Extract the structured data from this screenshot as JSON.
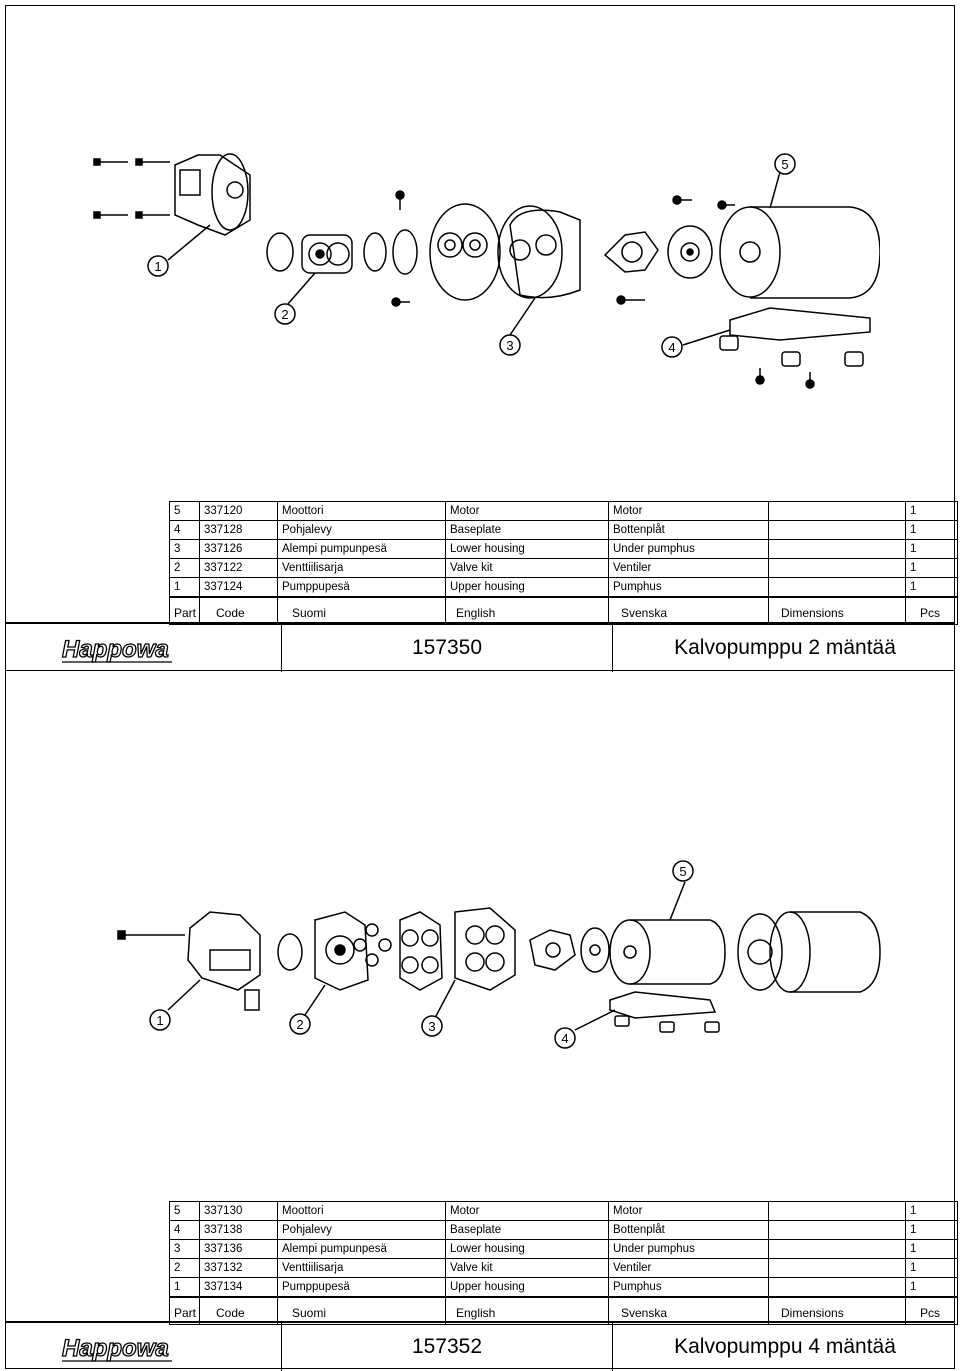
{
  "brand": "Happowa",
  "sheets": [
    {
      "product_code": "157350",
      "product_name": "Kalvopumppu 2 mäntää",
      "headers": [
        "Part",
        "Code",
        "Suomi",
        "English",
        "Svenska",
        "Dimensions",
        "Pcs"
      ],
      "callouts": [
        "1",
        "2",
        "3",
        "4",
        "5"
      ],
      "rows": [
        {
          "part": "5",
          "code": "337120",
          "fi": "Moottori",
          "en": "Motor",
          "sv": "Motor",
          "dim": "",
          "pcs": "1"
        },
        {
          "part": "4",
          "code": "337128",
          "fi": "Pohjalevy",
          "en": "Baseplate",
          "sv": "Bottenplåt",
          "dim": "",
          "pcs": "1"
        },
        {
          "part": "3",
          "code": "337126",
          "fi": "Alempi pumpunpesä",
          "en": "Lower housing",
          "sv": "Under pumphus",
          "dim": "",
          "pcs": "1"
        },
        {
          "part": "2",
          "code": "337122",
          "fi": "Venttiilisarja",
          "en": "Valve kit",
          "sv": "Ventiler",
          "dim": "",
          "pcs": "1"
        },
        {
          "part": "1",
          "code": "337124",
          "fi": "Pumppupesä",
          "en": "Upper housing",
          "sv": "Pumphus",
          "dim": "",
          "pcs": "1"
        }
      ]
    },
    {
      "product_code": "157352",
      "product_name": "Kalvopumppu 4 mäntää",
      "headers": [
        "Part",
        "Code",
        "Suomi",
        "English",
        "Svenska",
        "Dimensions",
        "Pcs"
      ],
      "callouts": [
        "1",
        "2",
        "3",
        "4",
        "5"
      ],
      "rows": [
        {
          "part": "5",
          "code": "337130",
          "fi": "Moottori",
          "en": "Motor",
          "sv": "Motor",
          "dim": "",
          "pcs": "1"
        },
        {
          "part": "4",
          "code": "337138",
          "fi": "Pohjalevy",
          "en": "Baseplate",
          "sv": "Bottenplåt",
          "dim": "",
          "pcs": "1"
        },
        {
          "part": "3",
          "code": "337136",
          "fi": "Alempi pumpunpesä",
          "en": "Lower housing",
          "sv": "Under pumphus",
          "dim": "",
          "pcs": "1"
        },
        {
          "part": "2",
          "code": "337132",
          "fi": "Venttiilisarja",
          "en": "Valve kit",
          "sv": "Ventiler",
          "dim": "",
          "pcs": "1"
        },
        {
          "part": "1",
          "code": "337134",
          "fi": "Pumppupesä",
          "en": "Upper housing",
          "sv": "Pumphus",
          "dim": "",
          "pcs": "1"
        }
      ]
    }
  ]
}
